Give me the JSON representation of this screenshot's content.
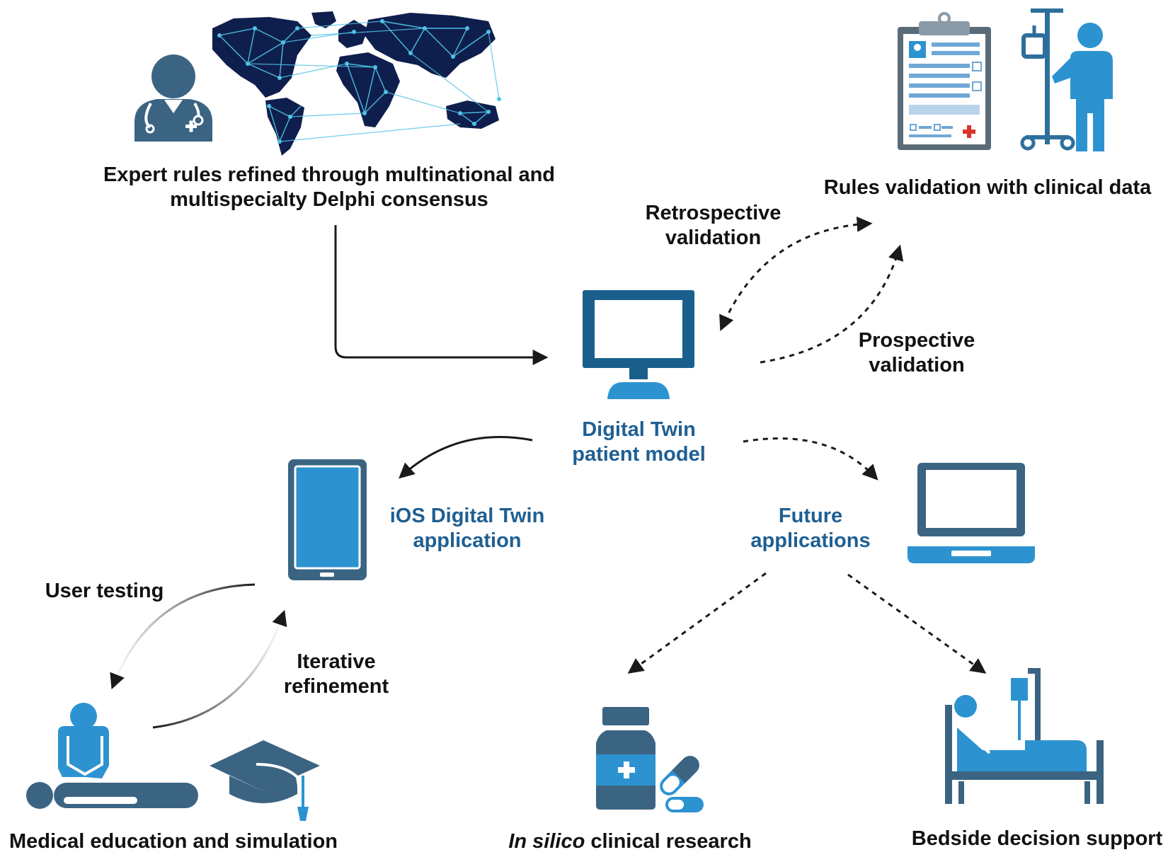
{
  "colors": {
    "dark_navy": "#0f1f4d",
    "slate_blue": "#3b6482",
    "mid_blue": "#2d93d0",
    "deep_blue": "#1a5f8c",
    "label_blue": "#1f5f92",
    "map_line": "#4fc3e6",
    "red_cross": "#d9342b",
    "arrow": "#1a1a1a"
  },
  "icons": [
    "doctor-icon",
    "world-network-map-icon",
    "clipboard-chart-icon",
    "iv-patient-icon",
    "desktop-monitor-icon",
    "tablet-icon",
    "laptop-icon",
    "cpr-training-icon",
    "graduation-cap-icon",
    "medicine-bottle-icon",
    "pill-capsule-icon",
    "hospital-bed-icon"
  ],
  "labels": {
    "expert_rules": [
      "Expert rules refined through multinational and",
      "multispecialty Delphi consensus"
    ],
    "rules_validation": "Rules validation with clinical data",
    "retrospective": [
      "Retrospective",
      "validation"
    ],
    "prospective": [
      "Prospective",
      "validation"
    ],
    "digital_twin": [
      "Digital Twin",
      "patient model"
    ],
    "ios_app": [
      "iOS Digital Twin",
      "application"
    ],
    "future_apps": [
      "Future",
      "applications"
    ],
    "user_testing": "User testing",
    "iterative": [
      "Iterative",
      "refinement"
    ],
    "med_education": "Medical education and simulation",
    "in_silico_italic": "In silico",
    "in_silico_rest": " clinical research",
    "bedside": "Bedside decision support"
  }
}
